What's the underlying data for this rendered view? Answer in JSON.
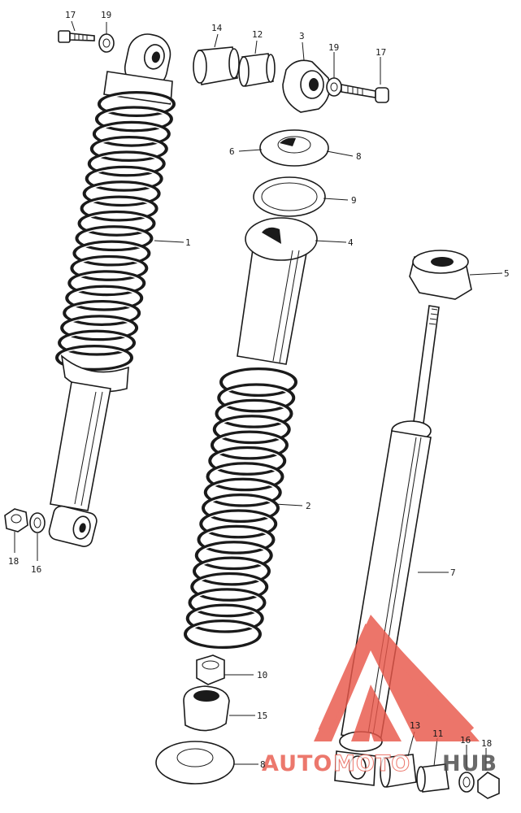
{
  "callouts": [
    {
      "id": "c17a",
      "label": "17"
    },
    {
      "id": "c19a",
      "label": "19"
    },
    {
      "id": "c14",
      "label": "14"
    },
    {
      "id": "c12",
      "label": "12"
    },
    {
      "id": "c3",
      "label": "3"
    },
    {
      "id": "c19b",
      "label": "19"
    },
    {
      "id": "c17b",
      "label": "17"
    },
    {
      "id": "c6",
      "label": "6"
    },
    {
      "id": "c8a",
      "label": "8"
    },
    {
      "id": "c9",
      "label": "9"
    },
    {
      "id": "c1",
      "label": "1"
    },
    {
      "id": "c4",
      "label": "4"
    },
    {
      "id": "c5",
      "label": "5"
    },
    {
      "id": "c2",
      "label": "2"
    },
    {
      "id": "c7",
      "label": "7"
    },
    {
      "id": "c18a",
      "label": "18"
    },
    {
      "id": "c16a",
      "label": "16"
    },
    {
      "id": "c10",
      "label": "10"
    },
    {
      "id": "c15",
      "label": "15"
    },
    {
      "id": "c8b",
      "label": "8"
    },
    {
      "id": "c13",
      "label": "13"
    },
    {
      "id": "c11",
      "label": "11"
    },
    {
      "id": "c16b",
      "label": "16"
    },
    {
      "id": "c18b",
      "label": "18"
    }
  ],
  "watermark": {
    "text_a": "AUTO",
    "text_b": "MOTO",
    "text_c": "HUB",
    "color_a": "#e85b4e",
    "color_b": "#ffffff",
    "color_c": "#4a4a4a",
    "triangle_color": "#e8574a"
  }
}
